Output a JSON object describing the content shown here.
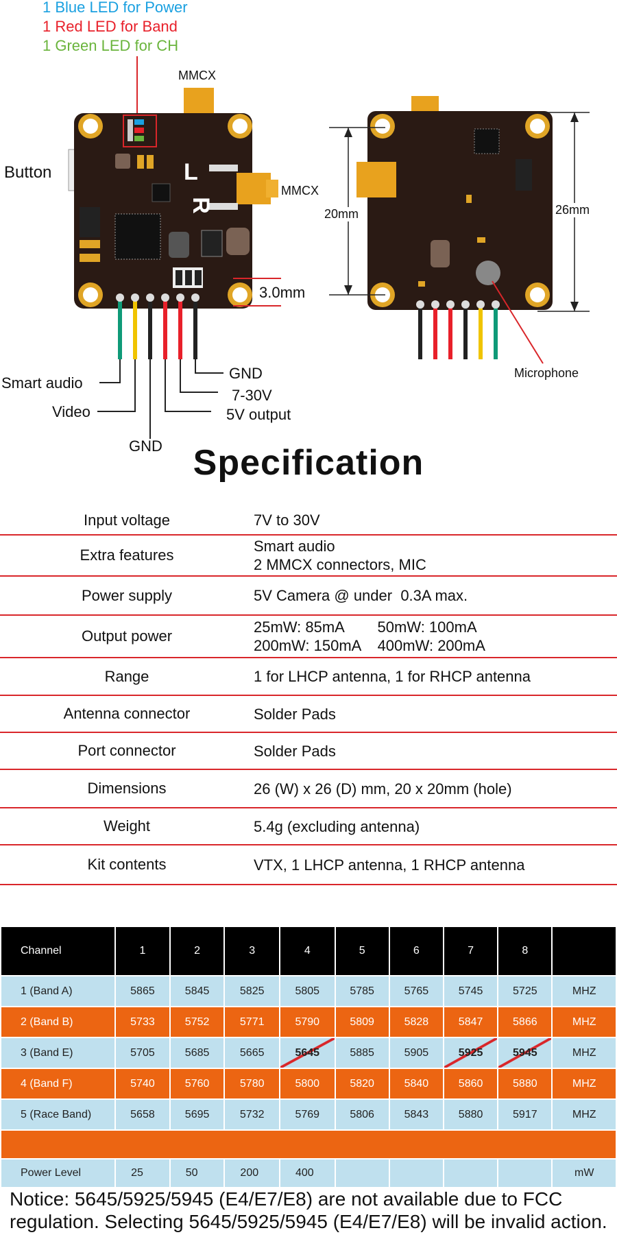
{
  "legend": {
    "power": {
      "text": "1 Blue LED for Power",
      "color": "#1aa0e0"
    },
    "band": {
      "text": "1 Red LED for Band",
      "color": "#e8202a"
    },
    "ch": {
      "text": "1 Green LED for CH",
      "color": "#6ab43c"
    }
  },
  "labels": {
    "mmcx_top": "MMCX",
    "mmcx_side": "MMCX",
    "button": "Button",
    "hole": "3.0mm",
    "width_20": "20mm",
    "width_26": "26mm",
    "microphone": "Microphone",
    "smart_audio": "Smart audio",
    "video": "Video",
    "gnd_bottom": "GND",
    "gnd_right": "GND",
    "v7_30": "7-30V",
    "v5_output": "5V output",
    "silk_L": "L",
    "silk_R": "R"
  },
  "spec_title": "Specification",
  "spec": [
    {
      "key": "Input voltage",
      "lines": [
        "7V to 30V"
      ]
    },
    {
      "key": "Extra features",
      "lines": [
        "Smart audio",
        "2 MMCX connectors, MIC"
      ]
    },
    {
      "key": "Power supply",
      "lines": [
        "5V Camera @ under  0.3A max."
      ]
    },
    {
      "key": "Output power",
      "lines": [
        "25mW: 85mA        50mW: 100mA",
        "200mW: 150mA    400mW: 200mA"
      ]
    },
    {
      "key": "Range",
      "lines": [
        "1 for LHCP antenna, 1 for RHCP antenna"
      ]
    },
    {
      "key": "Antenna connector",
      "lines": [
        "Solder Pads"
      ]
    },
    {
      "key": "Port connector",
      "lines": [
        "Solder Pads"
      ]
    },
    {
      "key": "Dimensions",
      "lines": [
        "26 (W) x 26 (D) mm, 20 x 20mm (hole)"
      ]
    },
    {
      "key": "Weight",
      "lines": [
        "5.4g (excluding antenna)"
      ]
    },
    {
      "key": "Kit contents",
      "lines": [
        "VTX, 1 LHCP antenna, 1 RHCP antenna"
      ]
    }
  ],
  "channel_table": {
    "header": [
      "Channel",
      "1",
      "2",
      "3",
      "4",
      "5",
      "6",
      "7",
      "8",
      ""
    ],
    "rows": [
      {
        "label": "1 (Band A)",
        "values": [
          "5865",
          "5845",
          "5825",
          "5805",
          "5785",
          "5765",
          "5745",
          "5725"
        ],
        "unit": "MHZ",
        "style": "blue",
        "unavailable": []
      },
      {
        "label": "2 (Band B)",
        "values": [
          "5733",
          "5752",
          "5771",
          "5790",
          "5809",
          "5828",
          "5847",
          "5866"
        ],
        "unit": "MHZ",
        "style": "orange",
        "unavailable": []
      },
      {
        "label": "3 (Band E)",
        "values": [
          "5705",
          "5685",
          "5665",
          "5645",
          "5885",
          "5905",
          "5925",
          "5945"
        ],
        "unit": "MHZ",
        "style": "blue",
        "unavailable": [
          3,
          6,
          7
        ]
      },
      {
        "label": "4 (Band F)",
        "values": [
          "5740",
          "5760",
          "5780",
          "5800",
          "5820",
          "5840",
          "5860",
          "5880"
        ],
        "unit": "MHZ",
        "style": "orange",
        "unavailable": []
      },
      {
        "label": "5 (Race Band)",
        "values": [
          "5658",
          "5695",
          "5732",
          "5769",
          "5806",
          "5843",
          "5880",
          "5917"
        ],
        "unit": "MHZ",
        "style": "blue",
        "unavailable": []
      }
    ],
    "power": {
      "label": "Power Level",
      "values": [
        "25",
        "50",
        "200",
        "400",
        "",
        "",
        "",
        ""
      ],
      "unit": "mW"
    }
  },
  "notice": [
    "Notice: 5645/5925/5945 (E4/E7/E8) are not available due to FCC",
    "regulation. Selecting 5645/5925/5945 (E4/E7/E8) will be invalid action."
  ],
  "colors": {
    "pcb": "#2a1a14",
    "gold": "#e0a526",
    "red_accent": "#d9262a",
    "orange_row": "#ec6512",
    "blue_row": "#bfe0ee"
  }
}
